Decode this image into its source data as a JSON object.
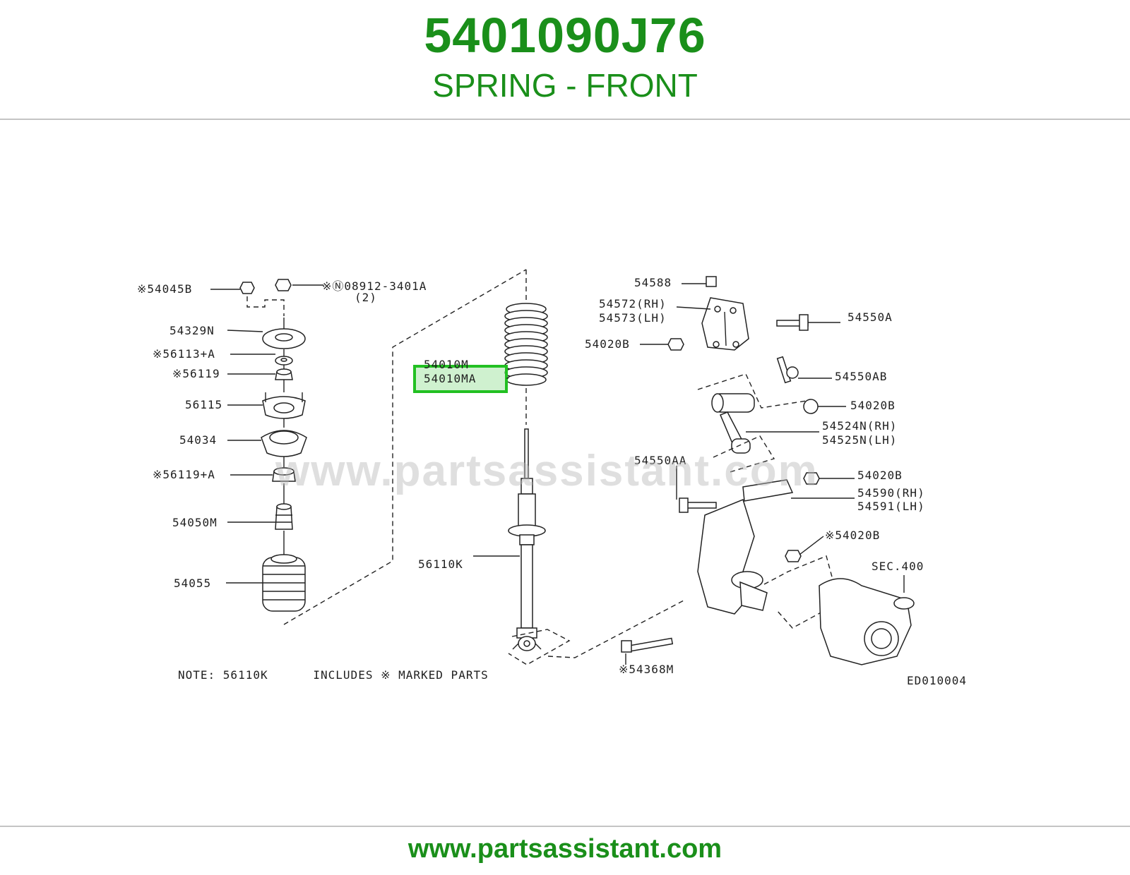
{
  "header": {
    "part_number": "5401090J76",
    "description": "SPRING - FRONT"
  },
  "diagram": {
    "watermark": "www.partsassistant.com",
    "highlight_color": "#22c022",
    "highlighted_label": "54010MA",
    "labels": {
      "l54045b": "※54045B",
      "l08912": "※Ⓝ08912-3401A",
      "l08912_qty": "(2)",
      "l54329n": "54329N",
      "l56113a": "※56113+A",
      "l56119": "※56119",
      "l56115": "56115",
      "l54034": "54034",
      "l56119a": "※56119+A",
      "l54050m": "54050M",
      "l54055": "54055",
      "l54010m": "54010M",
      "l56110k": "56110K",
      "l54588": "54588",
      "l54572": "54572(RH)",
      "l54573": "54573(LH)",
      "l54550a": "54550A",
      "l54020b_1": "54020B",
      "l54550ab": "54550AB",
      "l54020b_2": "54020B",
      "l54524n": "54524N(RH)",
      "l54525n": "54525N(LH)",
      "l54550aa": "54550AA",
      "l54020b_3": "54020B",
      "l54590": "54590(RH)",
      "l54591": "54591(LH)",
      "l54020b_4": "※54020B",
      "l_sec400": "SEC.400",
      "l54368m": "※54368M",
      "note": "NOTE: 56110K      INCLUDES ※ MARKED PARTS",
      "ref_code": "ED010004"
    }
  },
  "footer": {
    "url": "www.partsassistant.com"
  }
}
